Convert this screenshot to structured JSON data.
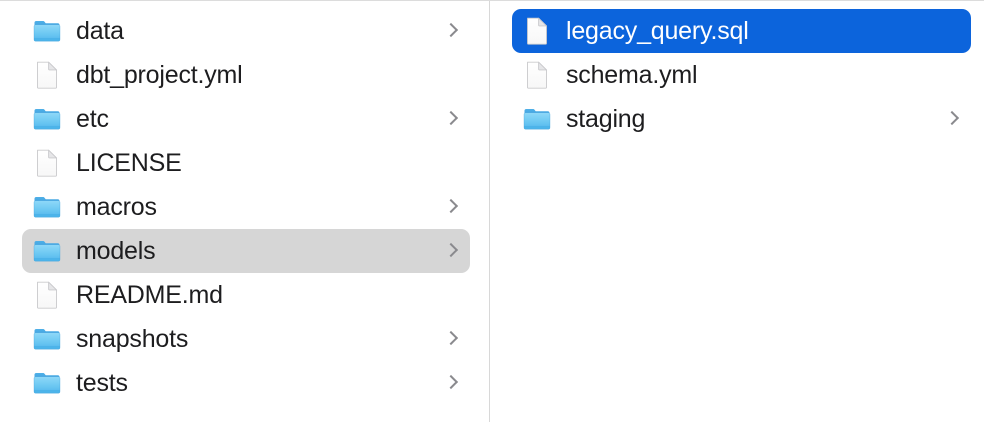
{
  "window": {
    "view_mode": "column",
    "background_color": "#ffffff",
    "divider_color": "#d8d8d8",
    "selection_focused_color": "#0c64dc",
    "selection_unfocused_color": "#d6d6d6",
    "folder_icon_color": "#5bbdf5",
    "file_icon_color": "#ffffff"
  },
  "columns": [
    {
      "name": "parent-column",
      "items": [
        {
          "label": "data",
          "kind": "folder",
          "icon": "folder-icon",
          "chevron": true,
          "selected": false,
          "selection_style": "none"
        },
        {
          "label": "dbt_project.yml",
          "kind": "file",
          "icon": "document-icon",
          "chevron": false,
          "selected": false,
          "selection_style": "none"
        },
        {
          "label": "etc",
          "kind": "folder",
          "icon": "folder-icon",
          "chevron": true,
          "selected": false,
          "selection_style": "none"
        },
        {
          "label": "LICENSE",
          "kind": "file",
          "icon": "document-icon",
          "chevron": false,
          "selected": false,
          "selection_style": "none"
        },
        {
          "label": "macros",
          "kind": "folder",
          "icon": "folder-icon",
          "chevron": true,
          "selected": false,
          "selection_style": "none"
        },
        {
          "label": "models",
          "kind": "folder",
          "icon": "folder-icon",
          "chevron": true,
          "selected": true,
          "selection_style": "gray"
        },
        {
          "label": "README.md",
          "kind": "file",
          "icon": "document-icon",
          "chevron": false,
          "selected": false,
          "selection_style": "none"
        },
        {
          "label": "snapshots",
          "kind": "folder",
          "icon": "folder-icon",
          "chevron": true,
          "selected": false,
          "selection_style": "none"
        },
        {
          "label": "tests",
          "kind": "folder",
          "icon": "folder-icon",
          "chevron": true,
          "selected": false,
          "selection_style": "none"
        }
      ]
    },
    {
      "name": "child-column",
      "items": [
        {
          "label": "legacy_query.sql",
          "kind": "file",
          "icon": "document-icon",
          "chevron": false,
          "selected": true,
          "selection_style": "blue"
        },
        {
          "label": "schema.yml",
          "kind": "file",
          "icon": "document-icon",
          "chevron": false,
          "selected": false,
          "selection_style": "none"
        },
        {
          "label": "staging",
          "kind": "folder",
          "icon": "folder-icon",
          "chevron": true,
          "selected": false,
          "selection_style": "none"
        }
      ]
    }
  ]
}
